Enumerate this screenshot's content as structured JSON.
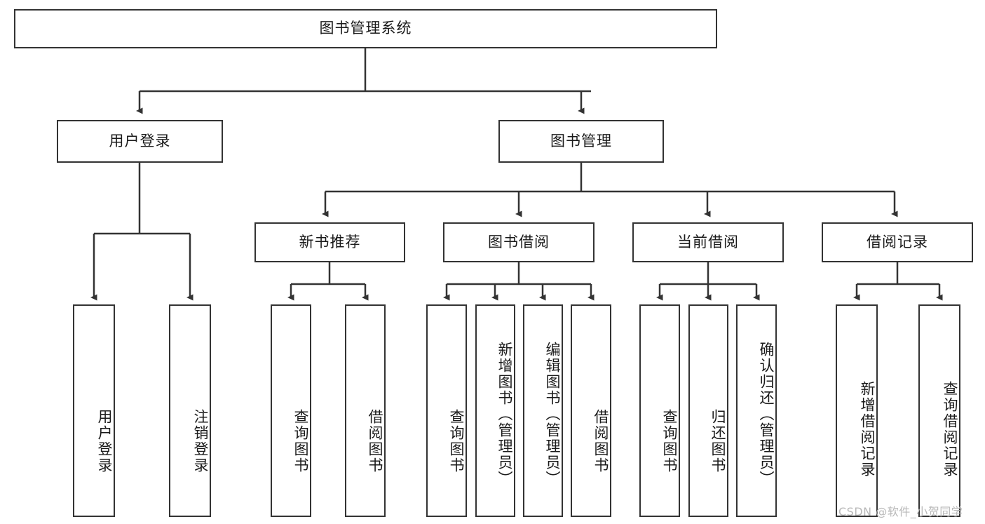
{
  "diagram": {
    "type": "tree-hierarchy-chart",
    "title": "图书管理系统",
    "root": {
      "id": "root",
      "label": "图书管理系统"
    },
    "level2": [
      {
        "id": "user-login",
        "label": "用户登录"
      },
      {
        "id": "book-management",
        "label": "图书管理"
      }
    ],
    "level3": [
      {
        "id": "new-book-recommend",
        "label": "新书推荐",
        "parent": "book-management"
      },
      {
        "id": "book-borrow",
        "label": "图书借阅",
        "parent": "book-management"
      },
      {
        "id": "current-borrow",
        "label": "当前借阅",
        "parent": "book-management"
      },
      {
        "id": "borrow-record",
        "label": "借阅记录",
        "parent": "book-management"
      }
    ],
    "leaves": {
      "user-login": [
        {
          "id": "leaf-user-login",
          "label": "用户登录"
        },
        {
          "id": "leaf-logout",
          "label": "注销登录"
        }
      ],
      "new-book-recommend": [
        {
          "id": "leaf-query-book-1",
          "label": "查询图书"
        },
        {
          "id": "leaf-borrow-book-1",
          "label": "借阅图书"
        }
      ],
      "book-borrow": [
        {
          "id": "leaf-query-book-2",
          "label": "查询图书"
        },
        {
          "id": "leaf-add-book",
          "label": "新增图书（管理员）"
        },
        {
          "id": "leaf-edit-book",
          "label": "编辑图书（管理员）"
        },
        {
          "id": "leaf-borrow-book-2",
          "label": "借阅图书"
        }
      ],
      "current-borrow": [
        {
          "id": "leaf-query-book-3",
          "label": "查询图书"
        },
        {
          "id": "leaf-return-book",
          "label": "归还图书"
        },
        {
          "id": "leaf-confirm-return",
          "label": "确认归还（管理员）"
        }
      ],
      "borrow-record": [
        {
          "id": "leaf-add-record",
          "label": "新增借阅记录"
        },
        {
          "id": "leaf-query-record",
          "label": "查询借阅记录"
        }
      ]
    }
  },
  "watermark": {
    "text": "CSDN @软件_小贺同学"
  },
  "colors": {
    "box_border": "#333333",
    "box_fill": "#ffffff",
    "text": "#1a1a1a",
    "edge": "#333333",
    "watermark": "#b8b8b8",
    "background": "#ffffff"
  }
}
